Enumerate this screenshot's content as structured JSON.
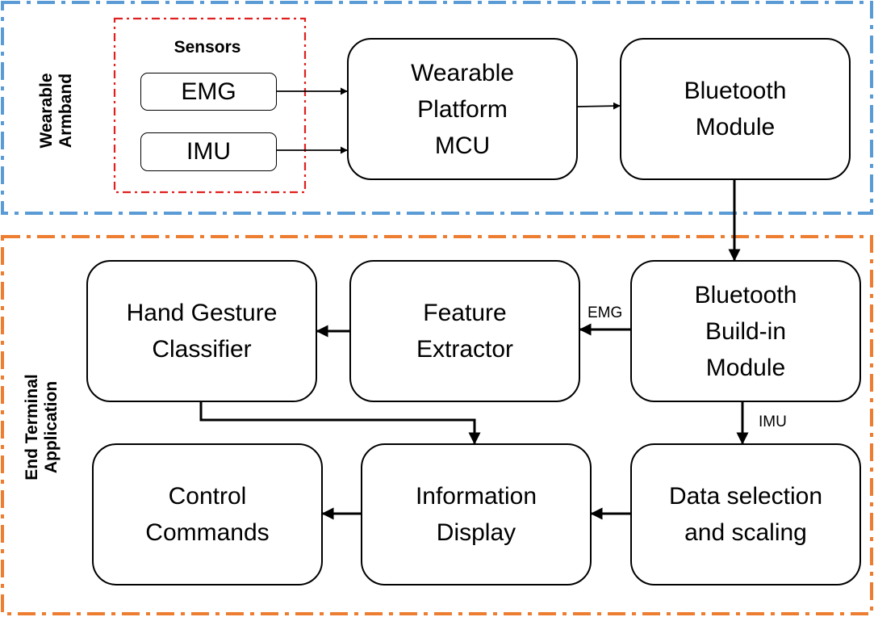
{
  "groups": {
    "wearable": {
      "label": "Wearable\nArmband",
      "color": "#5b9bd5"
    },
    "terminal": {
      "label": "End Terminal\nApplication",
      "color": "#ed7d31"
    },
    "sensors": {
      "label": "Sensors",
      "color": "#e02020"
    }
  },
  "nodes": {
    "emg": "EMG",
    "imu": "IMU",
    "mcu": "Wearable\nPlatform\nMCU",
    "bt_module": "Bluetooth\nModule",
    "bt_buildin": "Bluetooth\nBuild-in\nModule",
    "feature_extractor": "Feature\nExtractor",
    "classifier": "Hand Gesture\nClassifier",
    "data_selection": "Data selection\nand scaling",
    "info_display": "Information\nDisplay",
    "control_commands": "Control\nCommands"
  },
  "edge_labels": {
    "emg_edge": "EMG",
    "imu_edge": "IMU"
  },
  "edges": [
    {
      "from": "emg",
      "to": "mcu"
    },
    {
      "from": "imu",
      "to": "mcu"
    },
    {
      "from": "mcu",
      "to": "bt_module"
    },
    {
      "from": "bt_module",
      "to": "bt_buildin"
    },
    {
      "from": "bt_buildin",
      "to": "feature_extractor",
      "label": "EMG"
    },
    {
      "from": "feature_extractor",
      "to": "classifier"
    },
    {
      "from": "bt_buildin",
      "to": "data_selection",
      "label": "IMU"
    },
    {
      "from": "classifier",
      "to": "info_display"
    },
    {
      "from": "data_selection",
      "to": "info_display"
    },
    {
      "from": "info_display",
      "to": "control_commands"
    }
  ]
}
